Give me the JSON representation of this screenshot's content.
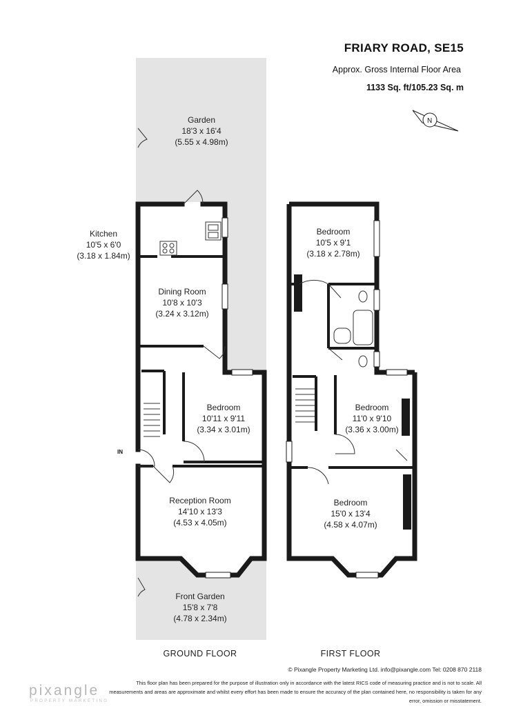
{
  "header": {
    "title": "FRIARY ROAD, SE15",
    "subtitle": "Approx. Gross Internal Floor Area",
    "area": "1133 Sq. ft/105.23 Sq. m",
    "compass_letter": "N"
  },
  "ground_floor": {
    "label": "GROUND FLOOR",
    "entrance_label": "IN",
    "rooms": [
      {
        "id": "garden",
        "name": "Garden",
        "imperial": "18'3 x 16'4",
        "metric": "(5.55 x 4.98m)"
      },
      {
        "id": "kitchen",
        "name": "Kitchen",
        "imperial": "10'5 x 6'0",
        "metric": "(3.18 x 1.84m)"
      },
      {
        "id": "dining-room",
        "name": "Dining Room",
        "imperial": "10'8 x 10'3",
        "metric": "(3.24 x 3.12m)"
      },
      {
        "id": "bedroom-ground",
        "name": "Bedroom",
        "imperial": "10'11 x 9'11",
        "metric": "(3.34 x 3.01m)"
      },
      {
        "id": "reception-room",
        "name": "Reception Room",
        "imperial": "14'10 x 13'3",
        "metric": "(4.53 x 4.05m)"
      },
      {
        "id": "front-garden",
        "name": "Front Garden",
        "imperial": "15'8 x 7'8",
        "metric": "(4.78 x 2.34m)"
      }
    ]
  },
  "first_floor": {
    "label": "FIRST FLOOR",
    "rooms": [
      {
        "id": "bedroom-rear",
        "name": "Bedroom",
        "imperial": "10'5 x 9'1",
        "metric": "(3.18 x 2.78m)"
      },
      {
        "id": "bedroom-middle",
        "name": "Bedroom",
        "imperial": "11'0 x 9'10",
        "metric": "(3.36 x 3.00m)"
      },
      {
        "id": "bedroom-front",
        "name": "Bedroom",
        "imperial": "15'0 x 13'4",
        "metric": "(4.58 x 4.07m)"
      }
    ]
  },
  "footer": {
    "credit": "© Pixangle Property Marketing Ltd. info@pixangle.com Tel: 0208 870 2118",
    "disclaimer": "This floor plan has been prepared for the purpose of illustration only in accordance with the latest RICS code of measuring practice and is not to scale. All measurements and areas are approximate and whilst every effort has been made to ensure the accuracy of the plan contained here, no responsibility is taken for any error, omission or misstatement.",
    "logo": "pixangle",
    "tagline": "PROPERTY MARKETING"
  },
  "colors": {
    "wall": "#1a1a1a",
    "garden_fill": "#e4e4e4",
    "text": "#222222",
    "logo": "#b7b7b7"
  }
}
